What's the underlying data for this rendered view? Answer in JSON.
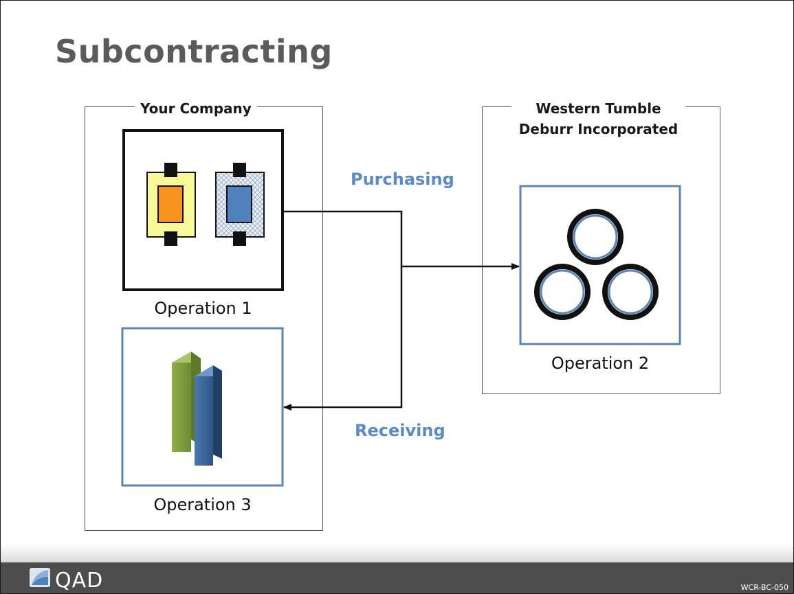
{
  "slide": {
    "title": "Subcontracting",
    "code": "WCR-BC-050"
  },
  "your_company": {
    "label": "Your Company",
    "operation_1": "Operation 1",
    "operation_3": "Operation 3"
  },
  "subcontractor": {
    "label_line1": "Western Tumble",
    "label_line2": "Deburr Incorporated",
    "operation_2": "Operation 2"
  },
  "flows": {
    "purchasing": "Purchasing",
    "receiving": "Receiving"
  },
  "logo": {
    "text": "QAD"
  },
  "colors": {
    "title": "#5b5b5b",
    "flow_label": "#5b8ac6",
    "op_box_blue": "#5b84b9",
    "footer_bar": "#4d4d4d",
    "orange": "#f7941d",
    "steel_blue": "#4f81bd",
    "green_bar": "#77933c",
    "blue_bar": "#376092"
  }
}
